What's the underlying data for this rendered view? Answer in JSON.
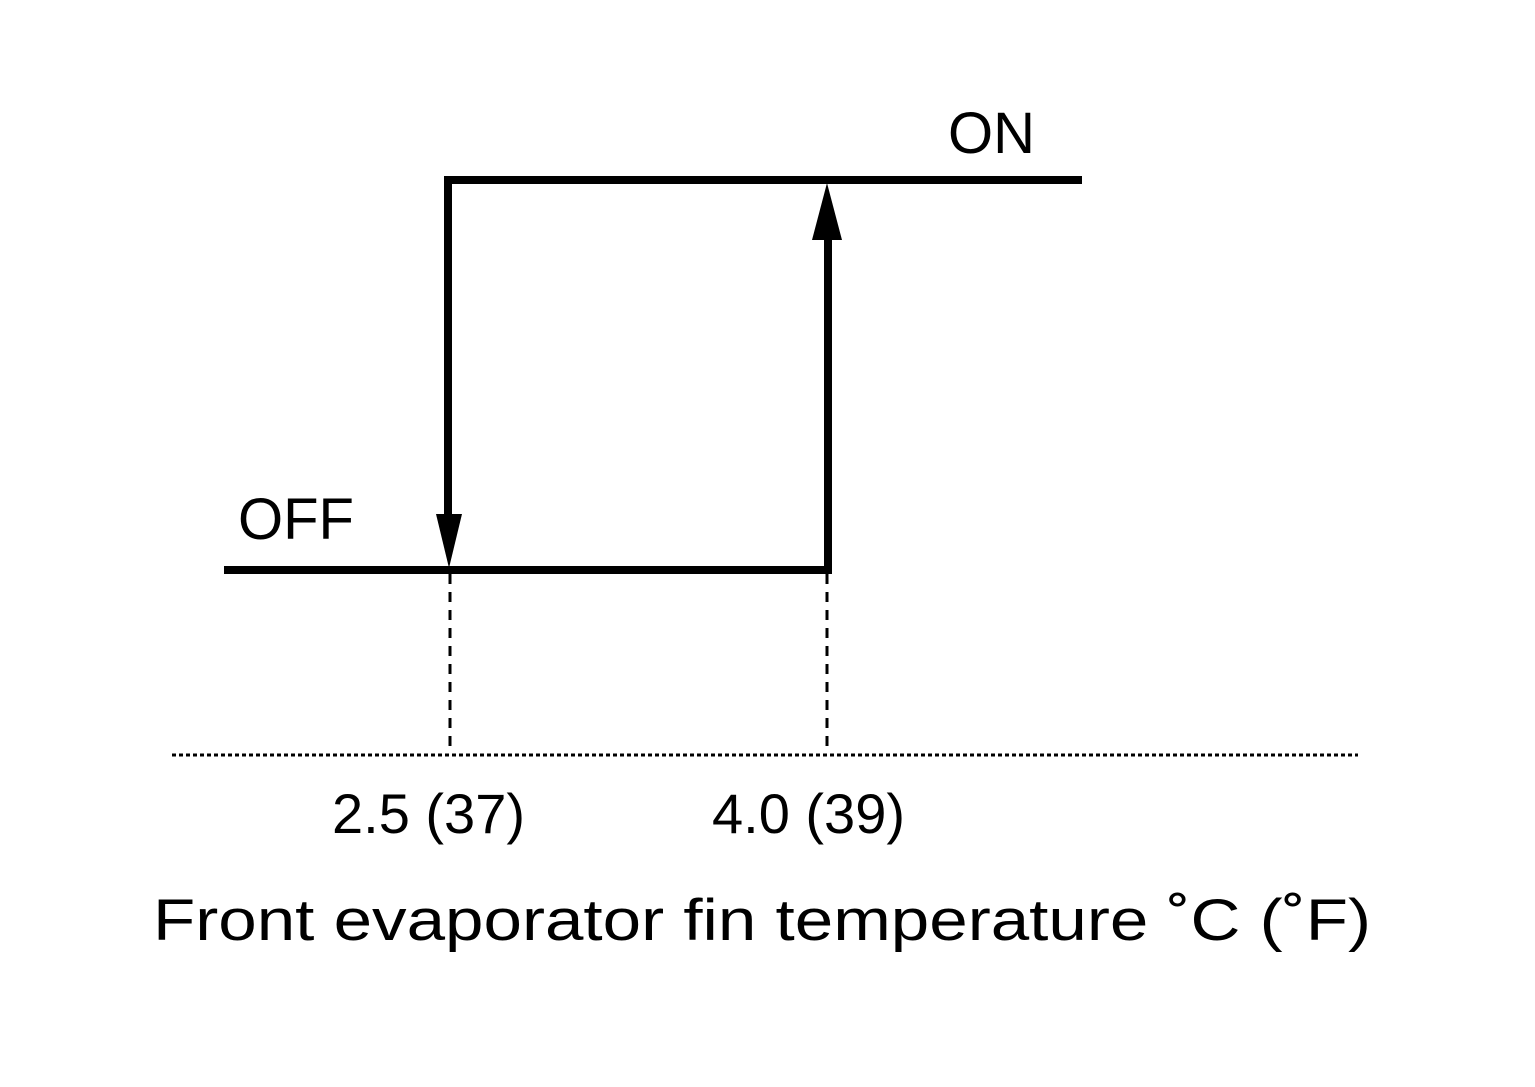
{
  "diagram": {
    "state_on": "ON",
    "state_off": "OFF",
    "threshold_off": "2.5 (37)",
    "threshold_on": "4.0 (39)",
    "axis_label": "Front evaporator fin temperature ˚C (˚F)"
  },
  "colors": {
    "ink": "#000000",
    "background": "#ffffff"
  }
}
